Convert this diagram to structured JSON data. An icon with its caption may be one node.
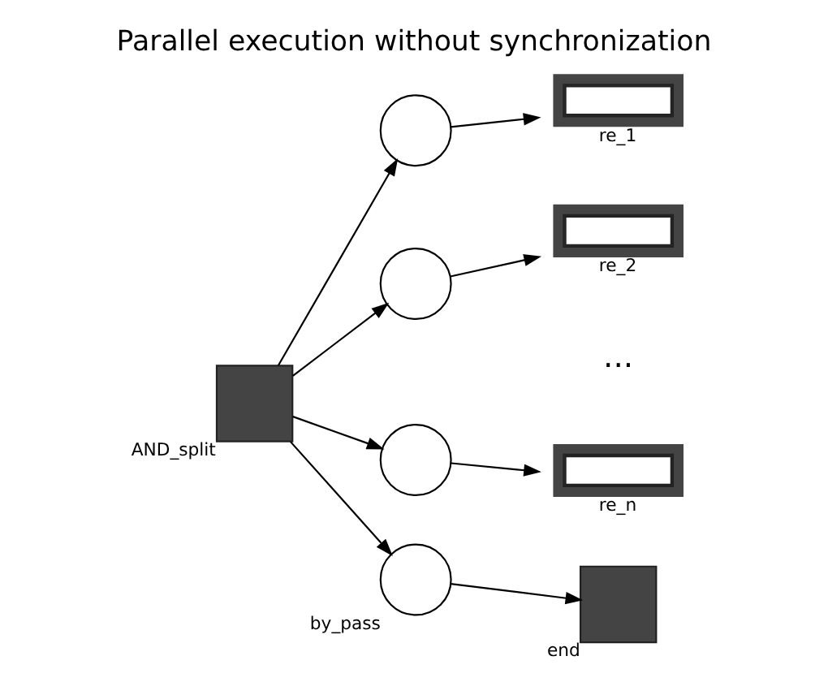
{
  "diagram": {
    "title": "Parallel execution without synchronization",
    "nodes": [
      {
        "text": [],
        "shape": "circle"
      },
      {
        "text": [],
        "shape": "box",
        "beside": [
          "re_1"
        ]
      },
      {
        "text": [],
        "shape": "circle"
      },
      {
        "text": [],
        "shape": "box",
        "beside": [
          "re_2"
        ]
      },
      {
        "text": [],
        "shape": "box",
        "beside": [
          "AND_split"
        ]
      },
      {
        "text": [],
        "shape": "circle"
      },
      {
        "text": [],
        "shape": "box",
        "beside": [
          "re_n"
        ]
      },
      {
        "text": [],
        "shape": "box",
        "beside": [
          "end"
        ]
      },
      {
        "text": [],
        "shape": "circle",
        "beside": [
          "by_pass"
        ]
      }
    ],
    "edges": [
      {
        "from": 4,
        "to": 0,
        "arrow": "to"
      },
      {
        "from": 0,
        "to": 1,
        "arrow": "to"
      },
      {
        "from": 4,
        "to": 2,
        "arrow": "to"
      },
      {
        "from": 2,
        "to": 3,
        "arrow": "to"
      },
      {
        "from": 4,
        "to": 5,
        "arrow": "to"
      },
      {
        "from": 5,
        "to": 6,
        "arrow": "to"
      },
      {
        "from": 4,
        "to": 8,
        "arrow": "to"
      },
      {
        "from": 8,
        "to": 7,
        "arrow": "to"
      }
    ],
    "labels": [
      "..."
    ]
  }
}
